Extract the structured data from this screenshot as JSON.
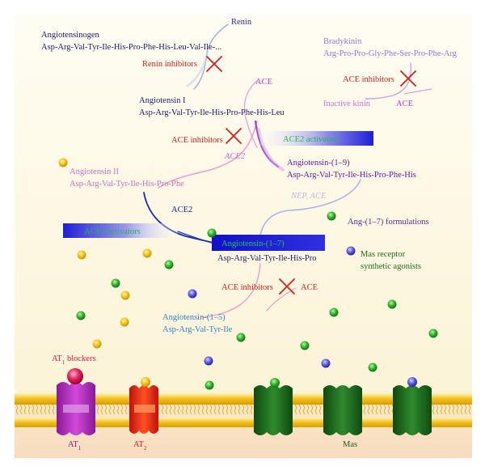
{
  "texts": {
    "renin": "Renin",
    "angiotensinogen": "Angiotensinogen",
    "angiotensinogen_seq": "Asp-Arg-Val-Tyr-Ile-His-Pro-Phe-His-Leu-Val-Ile-...",
    "renin_inhibitors": "Renin inhibitors",
    "bradykinin": "Bradykinin",
    "bradykinin_seq": "Arg-Pro-Pro-Gly-Phe-Ser-Pro-Phe-Arg",
    "ace_top": "ACE",
    "ace_inhibitors_brady": "ACE inhibitors",
    "inactive_kinin": "Inactive kinin",
    "ace_brady": "ACE",
    "ang1": "Angiotensin I",
    "ang1_seq": "Asp-Arg-Val-Tyr-Ile-His-Pro-Phe-His-Leu",
    "ace_inhibitors_main": "ACE inhibitors",
    "ace2_italic": "ACE2",
    "ace2_activators_top": "ACE2 activators",
    "ang19": "Angiotensin-(1–9)",
    "ang19_seq": "Asp-Arg-Val-Tyr-Ile-His-Pro-Phe-His",
    "ang2": "Angiotensin II",
    "ang2_seq": "Asp-Arg-Val-Tyr-Ile-His-Pro-Phe",
    "nep_ace": "NEP, ACE",
    "ace2_mid": "ACE2",
    "ang17_formulations": "Ang-(1–7) formulations",
    "ace2_activators_left": "ACE2 activators",
    "ang17": "Angiotensin-(1–7)",
    "ang17_seq": "Asp-Arg-Val-Tyr-Ile-His-Pro",
    "mas_agonists_1": "Mas receptor",
    "mas_agonists_2": "synthetic agonists",
    "ace_inhibitors_low": "ACE inhibitors",
    "ace_low": "ACE",
    "ang15": "Angiotensin-(1–5)",
    "ang15_seq": "Asp-Arg-Val-Tyr-Ile",
    "at1_blockers": "AT",
    "at1_blockers_sub": "1",
    "at1_blockers_tail": " blockers",
    "at1_label": "AT",
    "at1_sub": "1",
    "at2_label": "AT",
    "at2_sub": "2",
    "mas_label": "Mas"
  },
  "colors": {
    "navy": "#1a1a6e",
    "red": "#d42020",
    "magenta": "#cc33cc",
    "pink": "#d070c0",
    "lavender": "#8a7adc",
    "blue": "#3380d0",
    "green": "#1d7a1d",
    "purple_dark": "#6a1aa0",
    "membrane": "#f2c01c",
    "background": "#fbf6e2"
  },
  "icons": [
    "inhibitor-cross-icon",
    "yellow-ligand-icon",
    "green-ligand-icon",
    "blue-ligand-icon",
    "receptor-icon"
  ]
}
